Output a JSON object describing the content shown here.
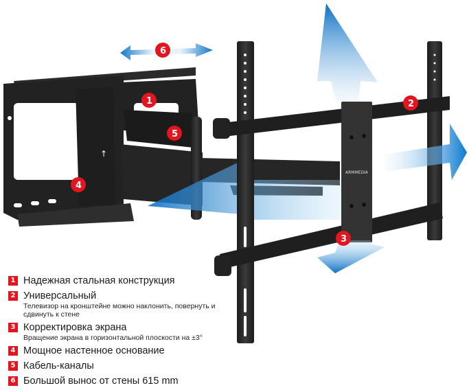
{
  "brand_label": "ARMMEDIA",
  "colors": {
    "badge_red": "#e3151f",
    "arrow_blue": "#1a7fd0",
    "steel_black": "#2a2a2a"
  },
  "diagram_callouts": [
    {
      "num": "1",
      "target": "wall-plate-top"
    },
    {
      "num": "2",
      "target": "tv-rail-top"
    },
    {
      "num": "3",
      "target": "tilt-bracket"
    },
    {
      "num": "4",
      "target": "wall-plate-base"
    },
    {
      "num": "5",
      "target": "cable-channel"
    },
    {
      "num": "6",
      "target": "extension-arrow"
    }
  ],
  "legend": {
    "items": [
      {
        "num": "1",
        "title": "Надежная стальная конструкция",
        "desc": ""
      },
      {
        "num": "2",
        "title": "Универсальный",
        "desc": "Телевизор на кронштейне можно наклонить, повернуть и сдвинуть к стене"
      },
      {
        "num": "3",
        "title": "Корректировка экрана",
        "desc": "Вращение экрана в горизонтальной плоскости на ±3°"
      },
      {
        "num": "4",
        "title": "Мощное настенное основание",
        "desc": ""
      },
      {
        "num": "5",
        "title": "Кабель-каналы",
        "desc": ""
      },
      {
        "num": "6",
        "title": "Большой вынос от стены 615 mm",
        "desc": ""
      }
    ]
  }
}
